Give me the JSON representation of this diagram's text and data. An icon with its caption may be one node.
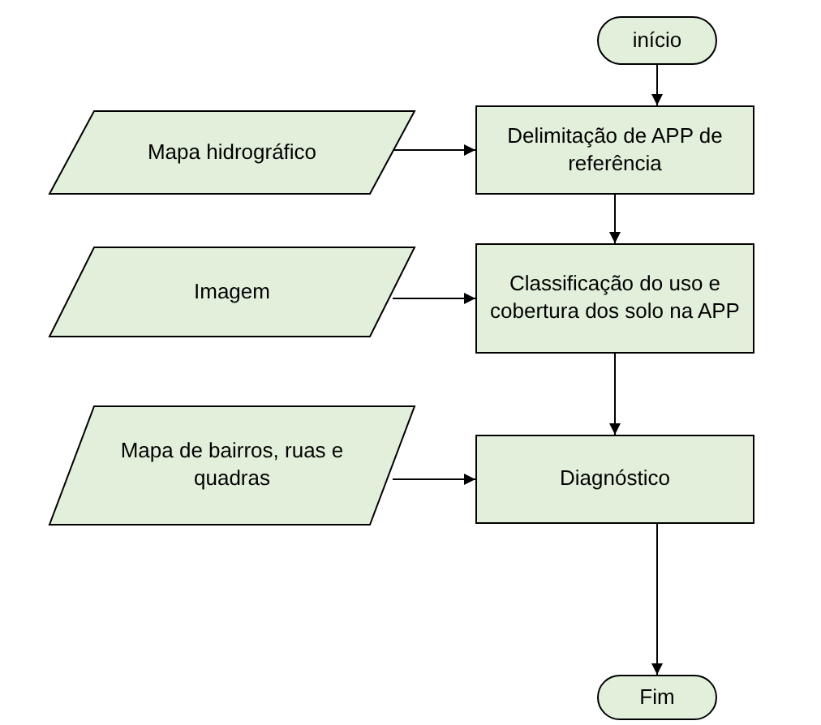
{
  "diagram": {
    "nodes": [
      {
        "text": [
          "início"
        ]
      },
      {
        "text": [
          "Delimitação de APP de referência"
        ]
      },
      {
        "text": [
          "Mapa hidrográfico"
        ]
      },
      {
        "text": [
          "Classificação do uso e cobertura dos solo na APP"
        ]
      },
      {
        "text": [
          "Imagem"
        ]
      },
      {
        "text": [
          "Diagnóstico"
        ]
      },
      {
        "text": [
          "Mapa de bairros, ruas e quadras"
        ]
      },
      {
        "text": [
          "Fim"
        ]
      }
    ],
    "edges": [
      {
        "from": 0,
        "to": 1,
        "arrow": "to"
      },
      {
        "from": 2,
        "to": 1,
        "arrow": "to"
      },
      {
        "from": 1,
        "to": 3,
        "arrow": "to"
      },
      {
        "from": 4,
        "to": 3,
        "arrow": "to"
      },
      {
        "from": 3,
        "to": 5,
        "arrow": "to"
      },
      {
        "from": 6,
        "to": 5,
        "arrow": "to"
      },
      {
        "from": 5,
        "to": 7,
        "arrow": "to"
      }
    ]
  }
}
